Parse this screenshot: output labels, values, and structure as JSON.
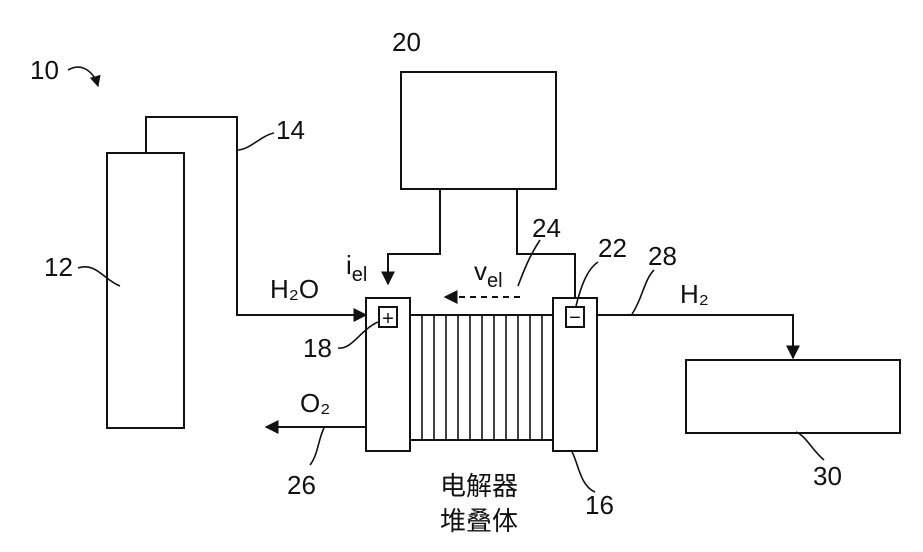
{
  "ref_labels": {
    "system": "10",
    "tank": "12",
    "water_line": "14",
    "stack": "16",
    "anode": "18",
    "power_supply": "20",
    "cathode": "22",
    "voltage_line": "24",
    "oxygen_outlet": "26",
    "hydrogen_line": "28",
    "storage": "30"
  },
  "flow_labels": {
    "water": "H₂O",
    "hydrogen": "H₂",
    "oxygen": "O₂",
    "current": "i",
    "current_sub": "el",
    "voltage": "v",
    "voltage_sub": "el"
  },
  "terminal_symbols": {
    "positive": "+",
    "negative": "−"
  },
  "stack_caption": {
    "line1": "电解器",
    "line2": "堆叠体"
  }
}
